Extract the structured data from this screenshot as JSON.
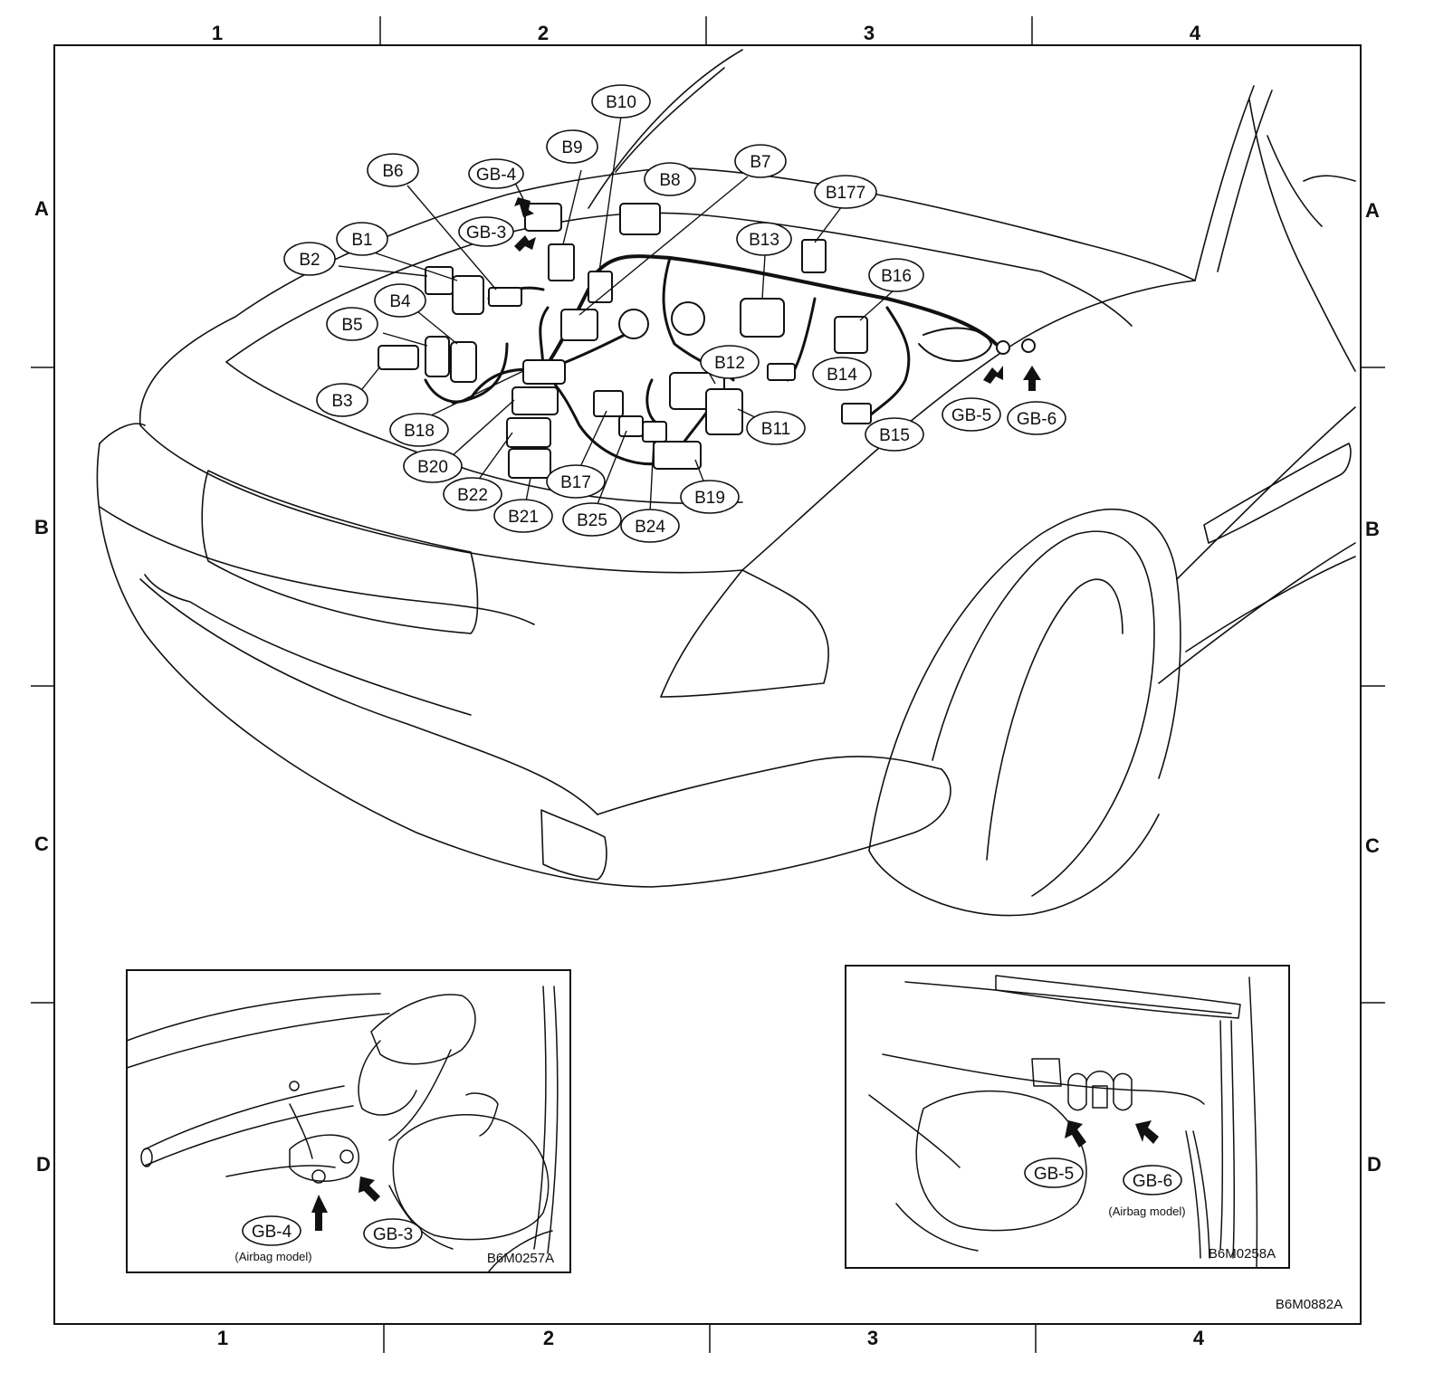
{
  "grid": {
    "columns": [
      "1",
      "2",
      "3",
      "4"
    ],
    "rows": [
      "A",
      "B",
      "C",
      "D"
    ]
  },
  "callouts": {
    "B1": "B1",
    "B2": "B2",
    "B3": "B3",
    "B4": "B4",
    "B5": "B5",
    "B6": "B6",
    "B7": "B7",
    "B8": "B8",
    "B9": "B9",
    "B10": "B10",
    "B11": "B11",
    "B12": "B12",
    "B13": "B13",
    "B14": "B14",
    "B15": "B15",
    "B16": "B16",
    "B17": "B17",
    "B18": "B18",
    "B19": "B19",
    "B20": "B20",
    "B21": "B21",
    "B22": "B22",
    "B24": "B24",
    "B25": "B25",
    "B177": "B177",
    "GB3": "GB-3",
    "GB4": "GB-4",
    "GB5": "GB-5",
    "GB6": "GB-6"
  },
  "inset_left": {
    "gb4": "GB-4",
    "gb3": "GB-3",
    "note": "(Airbag model)",
    "code": "B6M0257A"
  },
  "inset_right": {
    "gb5": "GB-5",
    "gb6": "GB-6",
    "note": "(Airbag model)",
    "code": "B6M0258A"
  },
  "figure_code": "B6M0882A"
}
